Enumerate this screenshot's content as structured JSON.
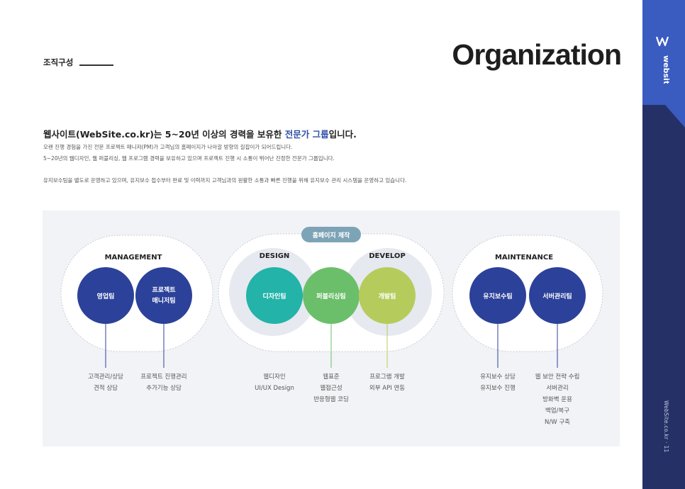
{
  "header": {
    "section_label": "조직구성",
    "title": "Organization"
  },
  "sidebar": {
    "logo_text": "website",
    "page_ref": "WebSite.co.kr · 11"
  },
  "intro": {
    "headline_pre": "웹사이트(WebSite.co.kr)는 5~20년 이상의 경력을 보유한 ",
    "headline_highlight": "전문가 그룹",
    "headline_post": "입니다.",
    "line1": "오랜 진행 경험을 가진 전문 프로젝트 매니저(PM)가 고객님의 홈페이지가 나아갈 방향의 길잡이가 되어드립니다.",
    "line2": "5~20년의 웹디자인, 웹 퍼블리싱, 웹 프로그램 경력을 보유하고 있으며 프로젝트 진행 시 소통이 뛰어난 진정한 전문가 그룹입니다.",
    "line3": "유지보수팀을 별도로 운영하고 있으며, 유지보수 접수부터 완료 및 이력까지 고객님과의 원활한 소통과 빠른 진행을 위해 유지보수 관리 시스템을 운영하고 있습니다."
  },
  "org": {
    "badge": "홈페이지 제작",
    "groups": {
      "management": "MANAGEMENT",
      "design": "DESIGN",
      "develop": "DEVELOP",
      "maintenance": "MAINTENANCE"
    },
    "teams": {
      "sales": "영업팀",
      "pm_1": "프로젝트",
      "pm_2": "매니저팀",
      "design": "디자인팀",
      "publishing": "퍼블리싱팀",
      "dev": "개발팀",
      "maintenance": "유지보수팀",
      "server": "서버관리팀"
    },
    "descriptions": {
      "sales": [
        "고객관리/상담",
        "견적 상담"
      ],
      "pm": [
        "프로젝트 진행관리",
        "추가기능 상담"
      ],
      "design": [
        "웹디자인",
        "UI/UX Design"
      ],
      "publishing": [
        "웹표준",
        "웹접근성",
        "반응형웹 코딩"
      ],
      "dev": [
        "프로그램 개발",
        "외부 API 연동"
      ],
      "maintenance": [
        "유지보수 상담",
        "유지보수 진행"
      ],
      "server": [
        "웹 보안 전략 수립",
        "서버관리",
        "방화벽 운용",
        "백업/복구",
        "N/W 구축"
      ]
    },
    "colors": {
      "navy": "#2c4199",
      "teal": "#23b3a8",
      "green": "#6cbf6a",
      "lime": "#b5cc5c",
      "badge": "#7da3b6"
    }
  }
}
